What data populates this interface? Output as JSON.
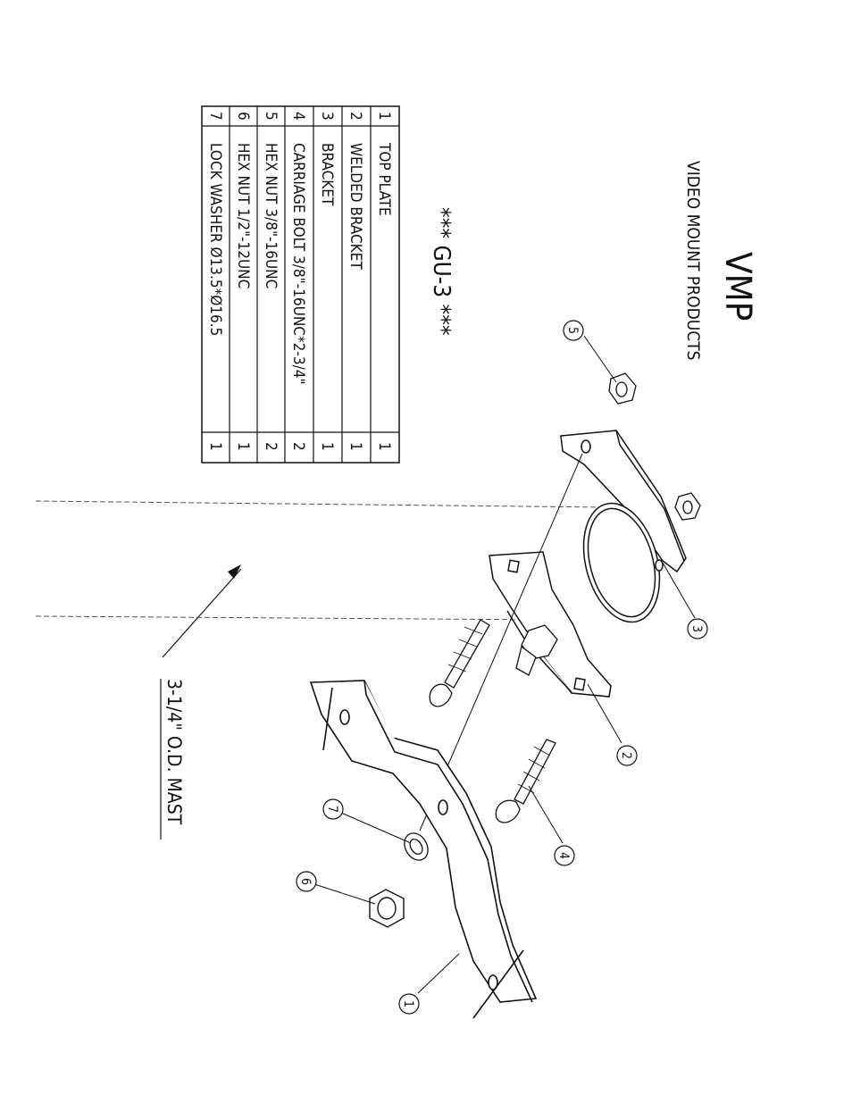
{
  "header": {
    "brand": "VMP",
    "company": "VIDEO MOUNT PRODUCTS"
  },
  "model": {
    "label": "*** GU-3 ***"
  },
  "parts_table": {
    "rows": [
      {
        "no": "1",
        "name": "TOP PLATE",
        "qty": "1"
      },
      {
        "no": "2",
        "name": "WELDED BRACKET",
        "qty": "1"
      },
      {
        "no": "3",
        "name": "BRACKET",
        "qty": "1"
      },
      {
        "no": "4",
        "name": "CARRIAGE BOLT 3/8\"-16UNC*2-3/4\"",
        "qty": "2"
      },
      {
        "no": "5",
        "name": "HEX NUT 3/8\"-16UNC",
        "qty": "2"
      },
      {
        "no": "6",
        "name": "HEX NUT 1/2\"-12UNC",
        "qty": "1"
      },
      {
        "no": "7",
        "name": "LOCK WASHER Ø13.5*Ø16.5",
        "qty": "1"
      }
    ]
  },
  "mast_label": "3-1/4\" O.D. MAST",
  "callouts": [
    "1",
    "2",
    "3",
    "4",
    "5",
    "6",
    "7"
  ]
}
